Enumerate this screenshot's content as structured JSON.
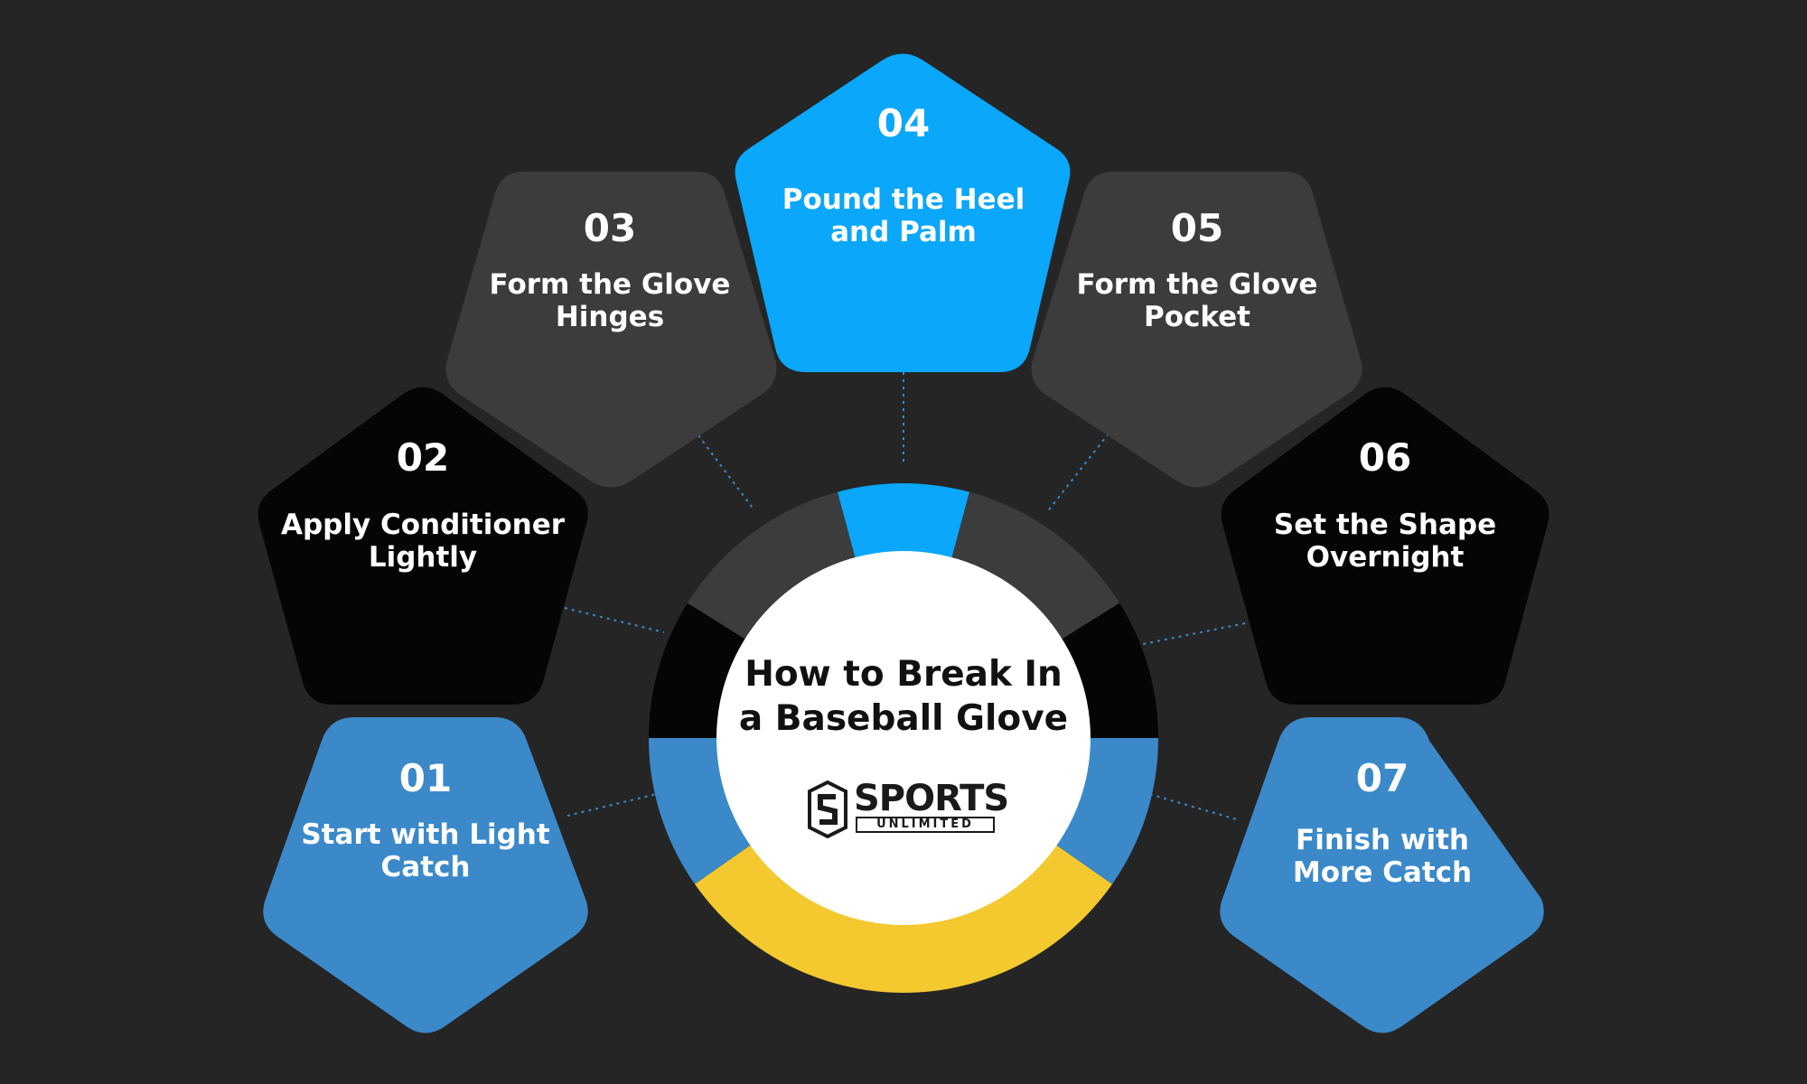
{
  "title": {
    "line1": "How to Break In",
    "line2": "a Baseball Glove"
  },
  "logo": {
    "word": "SPORTS",
    "sub": "UNLIMITED"
  },
  "colors": {
    "background": "#252525",
    "blue": "#3b89c9",
    "bright_blue": "#0aa7fa",
    "black": "#050505",
    "gray": "#3c3c3c",
    "yellow": "#f4c92f",
    "white": "#ffffff"
  },
  "steps": [
    {
      "number": "01",
      "label_line1": "Start with Light",
      "label_line2": "Catch",
      "color": "#3b89c9"
    },
    {
      "number": "02",
      "label_line1": "Apply Conditioner",
      "label_line2": "Lightly",
      "color": "#050505"
    },
    {
      "number": "03",
      "label_line1": "Form the Glove",
      "label_line2": "Hinges",
      "color": "#3c3c3c"
    },
    {
      "number": "04",
      "label_line1": "Pound the Heel",
      "label_line2": "and Palm",
      "color": "#0aa7fa"
    },
    {
      "number": "05",
      "label_line1": "Form the Glove",
      "label_line2": "Pocket",
      "color": "#3c3c3c"
    },
    {
      "number": "06",
      "label_line1": "Set the Shape",
      "label_line2": "Overnight",
      "color": "#050505"
    },
    {
      "number": "07",
      "label_line1": "Finish with",
      "label_line2": "More Catch",
      "color": "#3b89c9"
    }
  ]
}
